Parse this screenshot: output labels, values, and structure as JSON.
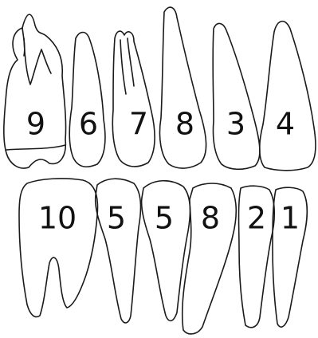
{
  "upper_row": [
    "9",
    "6",
    "7",
    "8",
    "3",
    "4"
  ],
  "lower_row": [
    "10",
    "5",
    "5",
    "8",
    "2",
    "1"
  ]
}
